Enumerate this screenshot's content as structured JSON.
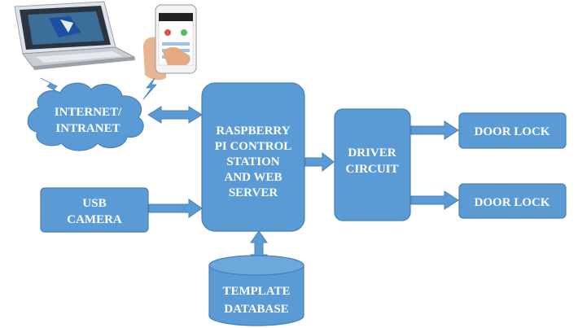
{
  "diagram": {
    "nodes": {
      "internet": {
        "line1": "INTERNET/",
        "line2": "INTRANET"
      },
      "usb_camera": {
        "line1": "USB",
        "line2": "CAMERA"
      },
      "raspberry_pi": {
        "line1": "RASPBERRY",
        "line2": "PI CONTROL",
        "line3": "STATION",
        "line4": "AND WEB",
        "line5": "SERVER"
      },
      "driver_circuit": {
        "line1": "DRIVER",
        "line2": "CIRCUIT"
      },
      "door_lock_1": {
        "label": "DOOR LOCK"
      },
      "door_lock_2": {
        "label": "DOOR LOCK"
      },
      "template_database": {
        "line1": "TEMPLATE",
        "line2": "DATABASE"
      }
    },
    "devices": [
      "laptop",
      "smartphone"
    ],
    "colors": {
      "box_fill": "#5b9bd5",
      "box_stroke": "#4a7fb5",
      "text": "#ffffff"
    }
  }
}
